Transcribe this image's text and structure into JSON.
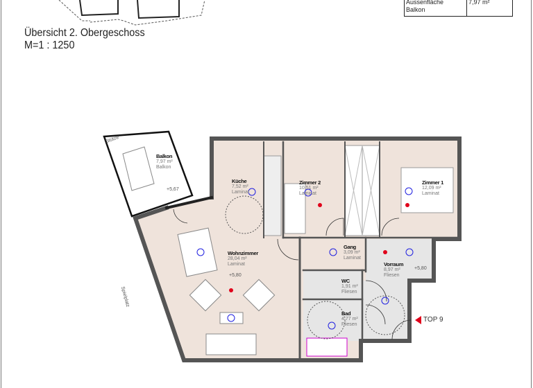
{
  "overview": {
    "title": "Übersicht 2. Obergeschoss",
    "scale": "M=1 : 1250"
  },
  "area_table": {
    "label_line1": "Aussenfläche",
    "label_line2": "Balkon",
    "value": "7,97 m²"
  },
  "rooms": [
    {
      "name": "Küche",
      "area": "7,52 m²",
      "floor": "Laminat"
    },
    {
      "name": "Zimmer 2",
      "area": "10,51 m²",
      "floor": "Laminat"
    },
    {
      "name": "Zimmer 1",
      "area": "12,09 m²",
      "floor": "Laminat"
    },
    {
      "name": "Wohnzimmer",
      "area": "28,04 m²",
      "floor": "Laminat"
    },
    {
      "name": "Gang",
      "area": "3,09 m²",
      "floor": "Laminat"
    },
    {
      "name": "Vorraum",
      "area": "8,97 m²",
      "floor": "Fliesen"
    },
    {
      "name": "WC",
      "area": "1,91 m²",
      "floor": "Fliesen"
    },
    {
      "name": "Bad",
      "area": "4,77 m²",
      "floor": "Fliesen"
    },
    {
      "name": "Balkon",
      "area": "7,97 m²",
      "floor": "Balkon"
    }
  ],
  "levels": [
    "+5,67",
    "+5,80",
    "+5,80"
  ],
  "annotations": {
    "column": "Stütze",
    "playground": "Spielplatz",
    "unit": "TOP 9"
  },
  "colors": {
    "living_floor": "#efe3db",
    "wet_floor": "#e6e6e6",
    "wall": "#555555",
    "marker": "#e0001a",
    "light": "#2020e0"
  }
}
